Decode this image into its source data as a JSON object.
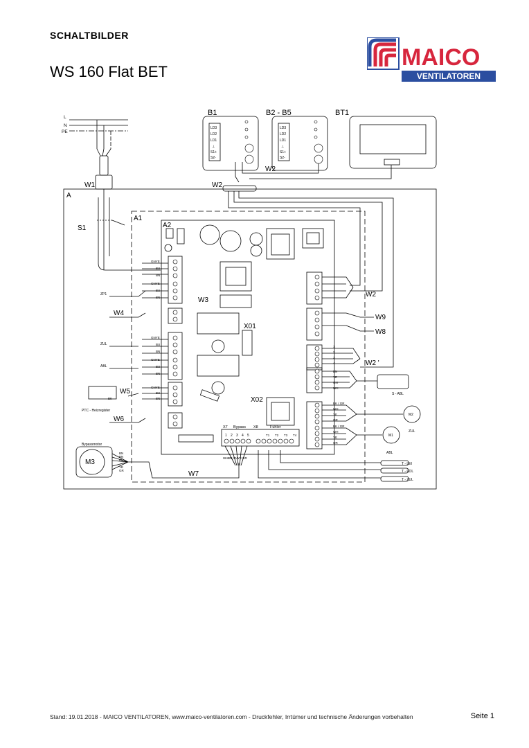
{
  "header": {
    "section_title": "SCHALTBILDER",
    "document_title": "WS 160 Flat BET"
  },
  "logo": {
    "brand": "MAICO",
    "sub": "VENTILATOREN",
    "colors": {
      "red": "#d7263d",
      "blue": "#2b4ea0"
    }
  },
  "diagram": {
    "mains": {
      "l": "L",
      "n": "N",
      "pe": "PE"
    },
    "units": {
      "b1": "B1",
      "b2b5": "B2 - B5",
      "bt1": "BT1",
      "a": "A",
      "a1": "A1",
      "a2": "A2",
      "s1": "S1",
      "m3": "M3",
      "x01": "X01",
      "x02": "X02"
    },
    "unit_leds": [
      "LD3",
      "LD2",
      "LD1",
      "⊥",
      "S1+",
      "S2-"
    ],
    "cables": {
      "w1": "W1",
      "w2": "W2",
      "w2_inner": "W2",
      "w2_right": "W2",
      "w2_prime": "W2 '",
      "w3": "W3",
      "w4": "W4",
      "w5": "W5",
      "w6": "W6",
      "w7": "W7",
      "w8": "W8",
      "w9": "W9"
    },
    "left_terminal_colors": [
      "GNYE",
      "BU",
      "BN",
      "GNYE",
      "BU",
      "BN",
      "GNYE",
      "BU",
      "BN",
      "GNYE",
      "BU",
      "BN",
      "GNYE",
      "BU",
      "BN"
    ],
    "left_devices": {
      "zp1": "ZP1",
      "zul": "ZUL",
      "abl": "ABL",
      "ptc": "PTC - Heizregister",
      "bk": "BK",
      "bypassmotor": "Bypassmotor"
    },
    "m3_wires": [
      "BN",
      "BN",
      "BN",
      "YE",
      "GR"
    ],
    "bottom_terminals": {
      "x7": "X7",
      "bypass": "Bypass",
      "x8": "X8",
      "fuehler": "Fühler",
      "numbers": [
        "1",
        "2",
        "3",
        "4",
        "5"
      ],
      "sensor_pins": [
        "T1",
        "T2",
        "T3",
        "T4"
      ]
    },
    "bottom_wire_colors": [
      "WH",
      "BN",
      "GN",
      "YE",
      "GR"
    ],
    "sensors": [
      "T - LEI",
      "T - FOL",
      "T - ZUL"
    ],
    "right_wires_w2prime": [
      "1",
      "2",
      "3",
      "4"
    ],
    "right_wires_sensor": [
      "BN",
      "YE",
      "GN",
      "WH"
    ],
    "s_abl": "S - ABL",
    "right_motor_wires": [
      "BK / GR",
      "WH",
      "YE",
      "OR",
      "BK / GR",
      "WH",
      "YE",
      "OR"
    ],
    "motors": {
      "m2": "M2",
      "m1": "M1",
      "zul": "ZUL",
      "abl": "ABL"
    }
  },
  "footer": {
    "text": "Stand: 19.01.2018 - MAICO VENTILATOREN, www.maico-ventilatoren.com - Druckfehler, Irrtümer und technische Änderungen vorbehalten",
    "page": "Seite 1"
  }
}
